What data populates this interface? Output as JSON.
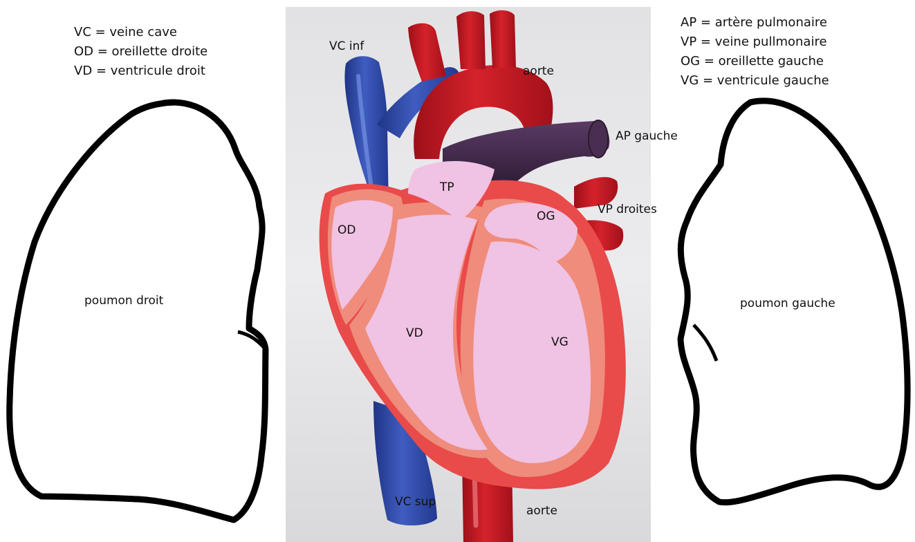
{
  "legend_left": [
    "VC = veine cave",
    "OD = oreillette droite",
    "VD = ventricule droit"
  ],
  "legend_right": [
    "AP = artère pulmonaire",
    "VP = veine pullmonaire",
    "OG = oreillette gauche",
    "VG = ventricule gauche"
  ],
  "labels": {
    "vc_inf": "VC inf",
    "aorte_top": "aorte",
    "ap_gauche": "AP gauche",
    "tp": "TP",
    "od": "OD",
    "og": "OG",
    "vp_droites": "VP droites",
    "vd": "VD",
    "vg": "VG",
    "vc_sup": "VC sup",
    "aorte_bottom": "aorte"
  },
  "lungs": {
    "left": "poumon droit",
    "right": "poumon gauche"
  },
  "colors": {
    "vein_blue": "#2f4aa3",
    "artery_red": "#c2151f",
    "pulmonary_purple": "#3e2746",
    "chamber_pink": "#f0c2e3",
    "wall_salmon": "#ef8c7c",
    "background_grey": "#e6e6e8"
  }
}
